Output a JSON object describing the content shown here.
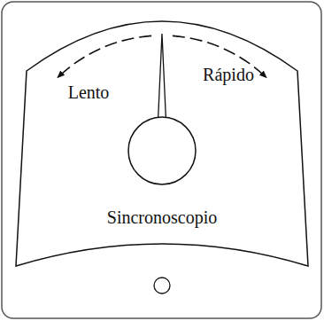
{
  "diagram": {
    "labels": [
      "Lento",
      "Rápido",
      "Sincronoscopio"
    ]
  }
}
